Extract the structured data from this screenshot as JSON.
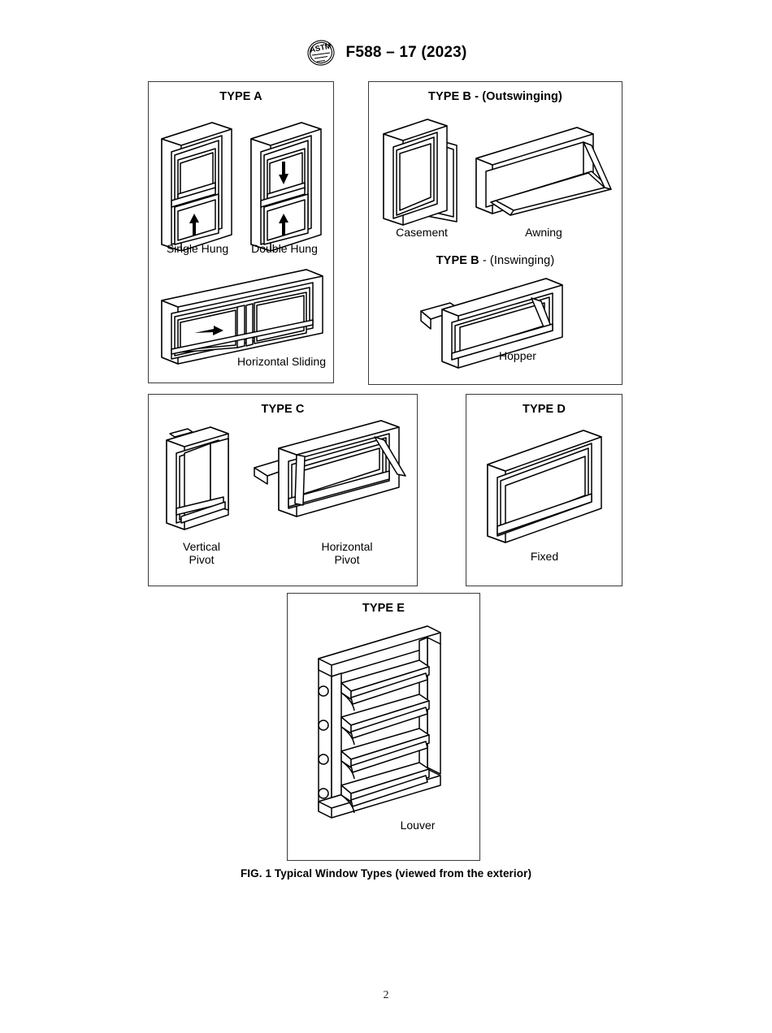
{
  "header": {
    "logo_icon": "astm-logo-icon",
    "standard_title": "F588 – 17 (2023)"
  },
  "figure": {
    "caption": "FIG. 1  Typical Window Types (viewed from the exterior)",
    "panels": [
      {
        "id": "type-a",
        "title": "TYPE A",
        "title_bold": "TYPE A",
        "title_regular": "",
        "labels": [
          "Single Hung",
          "Double Hung",
          "Horizontal Sliding"
        ]
      },
      {
        "id": "type-b-out",
        "title": "TYPE B - (Outswinging)",
        "title_bold": "TYPE B - (Outswinging)",
        "title_regular": "",
        "labels": [
          "Casement",
          "Awning"
        ]
      },
      {
        "id": "type-b-in",
        "title": "TYPE B - (Inswinging)",
        "title_bold": "TYPE B",
        "title_regular": " - (Inswinging)",
        "labels": [
          "Hopper"
        ]
      },
      {
        "id": "type-c",
        "title": "TYPE C",
        "title_bold": "TYPE C",
        "title_regular": "",
        "labels": [
          "Vertical",
          "Pivot",
          "Horizontal",
          "Pivot"
        ]
      },
      {
        "id": "type-d",
        "title": "TYPE D",
        "title_bold": "TYPE D",
        "title_regular": "",
        "labels": [
          "Fixed"
        ]
      },
      {
        "id": "type-e",
        "title": "TYPE E",
        "title_bold": "TYPE E",
        "title_regular": "",
        "labels": [
          "Louver"
        ]
      }
    ],
    "label_single_hung": "Single Hung",
    "label_double_hung": "Double Hung",
    "label_horizontal_sliding": "Horizontal Sliding",
    "label_casement": "Casement",
    "label_awning": "Awning",
    "label_hopper": "Hopper",
    "label_vertical_pivot_l1": "Vertical",
    "label_vertical_pivot_l2": "Pivot",
    "label_horizontal_pivot_l1": "Horizontal",
    "label_horizontal_pivot_l2": "Pivot",
    "label_fixed": "Fixed",
    "label_louver": "Louver"
  },
  "titles": {
    "type_a": "TYPE A",
    "type_b_out": "TYPE B - (Outswinging)",
    "type_b_in_bold": "TYPE B",
    "type_b_in_rest": " - (Inswinging)",
    "type_c": "TYPE C",
    "type_d": "TYPE D",
    "type_e": "TYPE E"
  },
  "footer": {
    "page_number": "2"
  },
  "colors": {
    "ink": "#000000",
    "panel_border": "#3b3b3b",
    "paper": "#ffffff"
  }
}
